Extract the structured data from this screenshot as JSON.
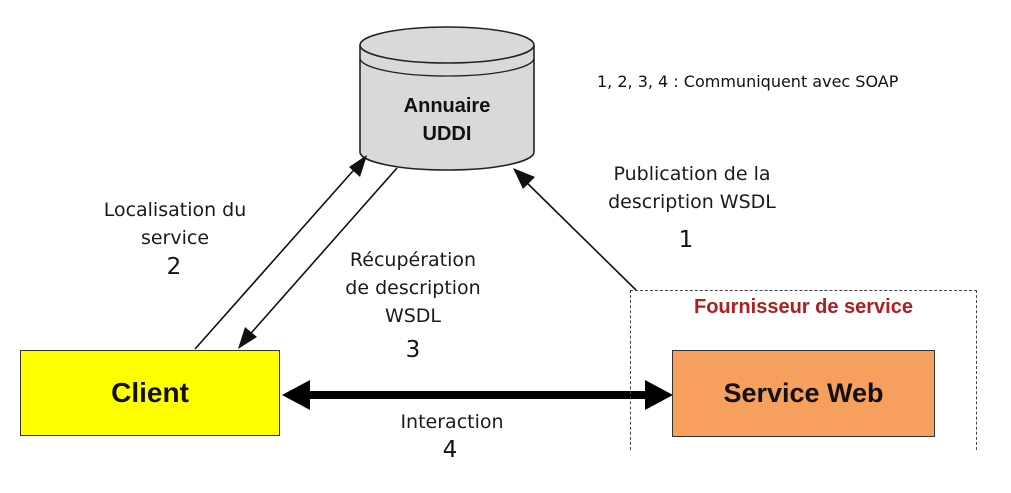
{
  "note": "1, 2, 3, 4 : Communiquent avec SOAP",
  "registry": {
    "line1": "Annuaire",
    "line2": "UDDI"
  },
  "client": {
    "label": "Client"
  },
  "provider": {
    "title": "Fournisseur de service",
    "service_label": "Service Web"
  },
  "steps": {
    "publication": {
      "line1": "Publication de la",
      "line2": "description WSDL",
      "number": "1"
    },
    "localisation": {
      "line1": "Localisation du",
      "line2": "service",
      "number": "2"
    },
    "recuperation": {
      "line1": "Récupération",
      "line2": "de description",
      "line3": "WSDL",
      "number": "3"
    },
    "interaction": {
      "line1": "Interaction",
      "number": "4"
    }
  },
  "colors": {
    "client_fill": "#ffff00",
    "service_fill": "#f79f5c",
    "registry_fill": "#d9d9d9",
    "provider_title": "#b21d1d"
  }
}
